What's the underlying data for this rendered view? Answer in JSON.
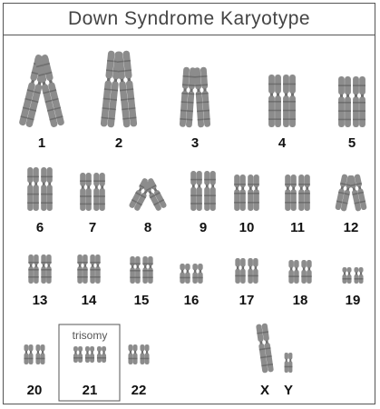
{
  "title": "Down Syndrome Karyotype",
  "highlight_label": "trisomy",
  "colors": {
    "chromosome": "#8c8c8c",
    "chromosome_dark": "#6e6e6e",
    "border": "#555555",
    "label": "#111111"
  },
  "pairs": [
    {
      "label": "1"
    },
    {
      "label": "2"
    },
    {
      "label": "3"
    },
    {
      "label": "4"
    },
    {
      "label": "5"
    },
    {
      "label": "6"
    },
    {
      "label": "7"
    },
    {
      "label": "8"
    },
    {
      "label": "9"
    },
    {
      "label": "10"
    },
    {
      "label": "11"
    },
    {
      "label": "12"
    },
    {
      "label": "13"
    },
    {
      "label": "14"
    },
    {
      "label": "15"
    },
    {
      "label": "16"
    },
    {
      "label": "17"
    },
    {
      "label": "18"
    },
    {
      "label": "19"
    },
    {
      "label": "20"
    },
    {
      "label": "21",
      "copies": 3,
      "highlight": true
    },
    {
      "label": "22"
    },
    {
      "label": "X"
    },
    {
      "label": "Y"
    }
  ]
}
